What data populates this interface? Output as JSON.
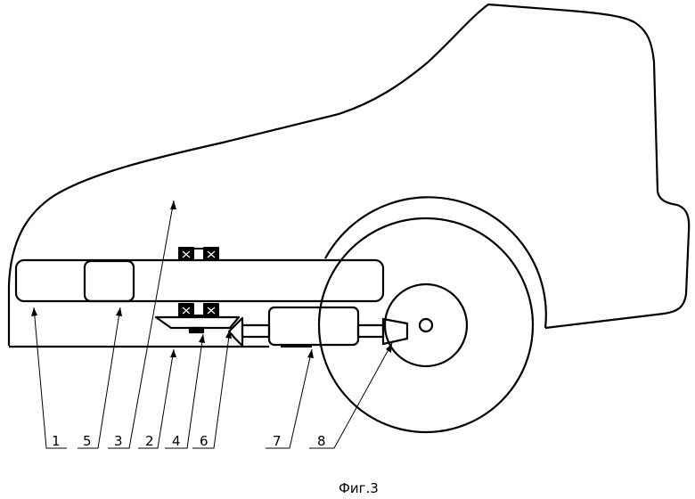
{
  "figure": {
    "caption": "Фиг.3",
    "labels": [
      "1",
      "5",
      "3",
      "2",
      "4",
      "6",
      "7",
      "8"
    ]
  }
}
